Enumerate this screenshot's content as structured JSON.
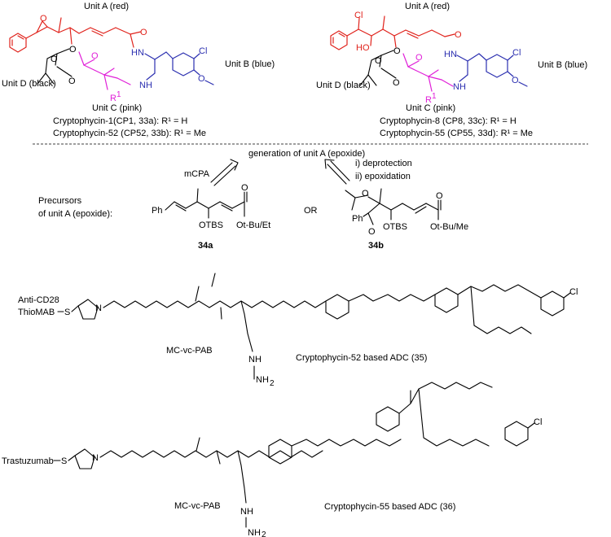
{
  "structures": {
    "cp1": {
      "unit_a": "Unit A (red)",
      "unit_b": "Unit B (blue)",
      "unit_c": "Unit C (pink)",
      "unit_d": "Unit D (black)",
      "r1": "R",
      "r1_sup": "1",
      "cl": "Cl",
      "nh1": "HN",
      "nh2": "NH",
      "o": "O"
    },
    "cp8": {
      "unit_a": "Unit A (red)",
      "unit_b": "Unit B (blue)",
      "unit_c": "Unit C (pink)",
      "unit_d": "Unit D (black)",
      "r1": "R",
      "r1_sup": "1",
      "cl_top": "Cl",
      "cl": "Cl",
      "ho": "HO",
      "nh1": "HN",
      "nh2": "NH",
      "o": "O"
    }
  },
  "captions": {
    "cp1_line1": "Cryptophycin-1(CP1, 33a): R¹ = H",
    "cp1_line2": "Cryptophycin-52 (CP52, 33b): R¹ = Me",
    "cp8_line1": "Cryptophycin-8 (CP8, 33c): R¹ = H",
    "cp8_line2": "Cryptophycin-55 (CP55, 33d): R¹ = Me"
  },
  "precursors": {
    "heading": "generation of unit A (epoxide)",
    "reagent_left": "mCPA",
    "reagent_right_1": "i) deprotection",
    "reagent_right_2": "ii) epoxidation",
    "label_1": "Precursors",
    "label_2": "of unit A (epoxide):",
    "or": "OR",
    "a_ph": "Ph",
    "a_otbs": "OTBS",
    "a_ester": "Ot-Bu/Et",
    "a_o": "O",
    "b_ph": "Ph",
    "b_otbs": "OTBS",
    "b_ester": "Ot-Bu/Me",
    "b_o": "O",
    "id_a": "34a",
    "id_b": "34b"
  },
  "adc35": {
    "antibody_1": "Anti-CD28",
    "antibody_2": "ThioMAB",
    "s": "S",
    "n": "N",
    "linker": "MC-vc-PAB",
    "caption": "Cryptophycin-52 based ADC (35)",
    "nh2": "NH",
    "nh2_sub": "2",
    "cl": "Cl"
  },
  "adc36": {
    "antibody": "Trastuzumab",
    "s": "S",
    "n": "N",
    "linker": "MC-vc-PAB",
    "caption": "Cryptophycin-55 based ADC (36)",
    "nh2": "NH",
    "nh2_sub": "2",
    "cl": "Cl"
  },
  "colors": {
    "unit_a": "#e0221b",
    "unit_b": "#2b2fb0",
    "unit_c": "#e020d8",
    "unit_d": "#000000"
  }
}
